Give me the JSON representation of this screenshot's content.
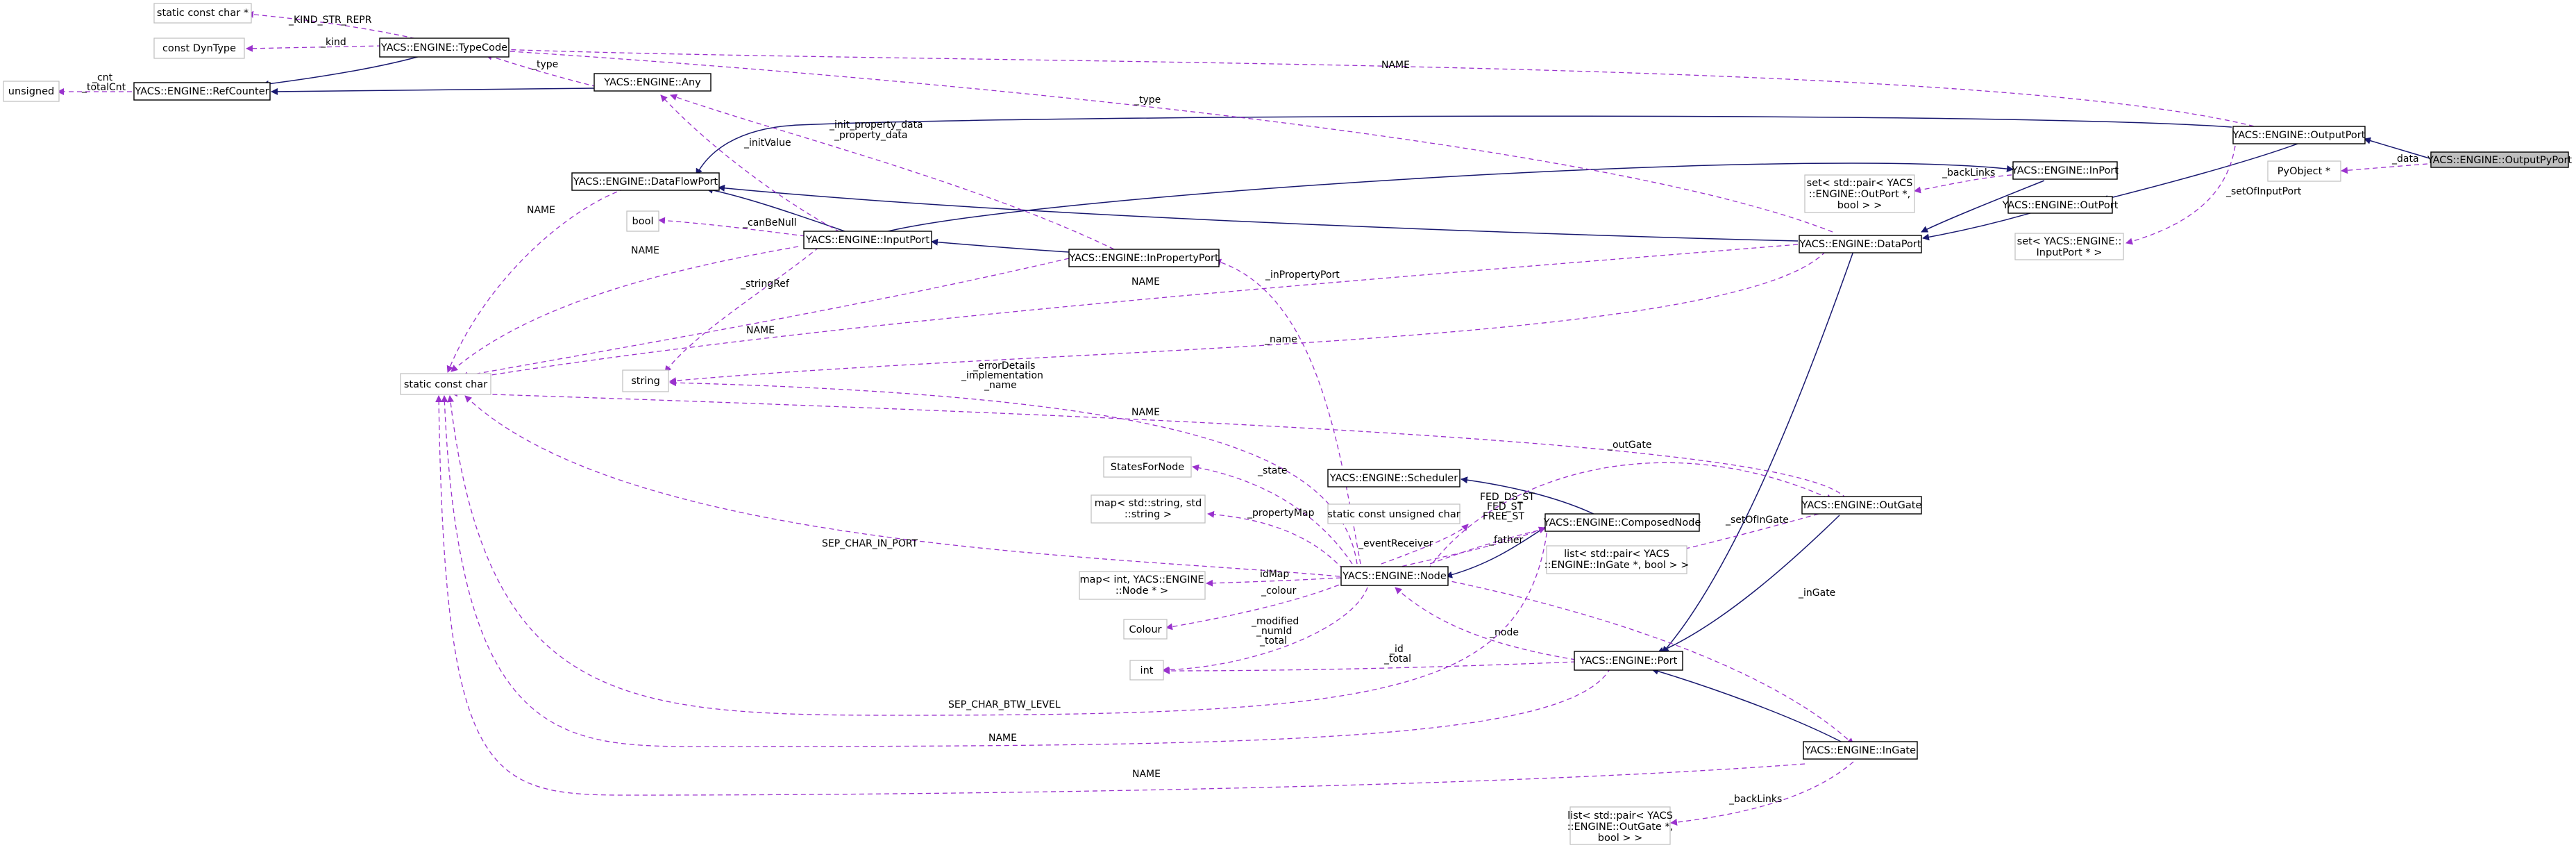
{
  "nodes": {
    "output_py_port": "YACS::ENGINE::OutputPyPort",
    "output_port": "YACS::ENGINE::OutputPort",
    "py_object": "PyObject *",
    "in_port": "YACS::ENGINE::InPort",
    "out_port": "YACS::ENGINE::OutPort",
    "data_port": "YACS::ENGINE::DataPort",
    "set_pair_outport": [
      "set< std::pair< YACS",
      "::ENGINE::OutPort *,",
      "bool > >"
    ],
    "set_inputport": [
      "set< YACS::ENGINE::",
      "InputPort * >"
    ],
    "type_code": "YACS::ENGINE::TypeCode",
    "static_const_char_ptr": "static const char *",
    "const_dyntype": "const DynType",
    "ref_counter": "YACS::ENGINE::RefCounter",
    "unsigned": "unsigned",
    "any": "YACS::ENGINE::Any",
    "data_flow_port": "YACS::ENGINE::DataFlowPort",
    "bool": "bool",
    "input_port": "YACS::ENGINE::InputPort",
    "in_property_port": "YACS::ENGINE::InPropertyPort",
    "static_const_char": "static const char",
    "string": "string",
    "states_for_node": "StatesForNode",
    "map_string": [
      "map< std::string, std",
      "::string >"
    ],
    "map_int_node": [
      "map< int, YACS::ENGINE",
      "::Node * >"
    ],
    "colour": "Colour",
    "int": "int",
    "scheduler": "YACS::ENGINE::Scheduler",
    "static_const_uchar": "static const unsigned char",
    "composed_node": "YACS::ENGINE::ComposedNode",
    "node": "YACS::ENGINE::Node",
    "out_gate": "YACS::ENGINE::OutGate",
    "list_pair_ingate": [
      "list< std::pair< YACS",
      "::ENGINE::InGate *, bool > >"
    ],
    "port": "YACS::ENGINE::Port",
    "in_gate": "YACS::ENGINE::InGate",
    "list_pair_outgate": [
      "list< std::pair< YACS",
      "::ENGINE::OutGate *,",
      "bool > >"
    ]
  },
  "edge_labels": {
    "data": "_data",
    "name_top": "NAME",
    "type_outport": "_type",
    "back_links_inport": "_backLinks",
    "set_of_input_port": "_setOfInputPort",
    "kind_str_repr": "_KIND_STR_REPR",
    "kind": "_kind",
    "cnt_totalcnt": [
      "_cnt",
      "_totalCnt"
    ],
    "type_any": "_type",
    "init_value": "_initValue",
    "init_property_data": [
      "_init_property_data",
      "_property_data"
    ],
    "name_dataflow": "NAME",
    "can_be_null": "_canBeNull",
    "name_inputport": "NAME",
    "string_ref": "_stringRef",
    "name_inproperty": "NAME",
    "name_dataport": "NAME",
    "name_lower": "_name",
    "in_property_port": "_inPropertyPort",
    "error_details": [
      "_errorDetails",
      "_implementation",
      "_name"
    ],
    "name_outgate": "NAME",
    "out_gate": "_outGate",
    "state": "_state",
    "fed_ds": [
      "FED_DS_ST",
      "FED_ST",
      "FREE_ST"
    ],
    "set_of_in_gate": "_setOfInGate",
    "property_map": "_propertyMap",
    "event_receiver": "_eventReceiver",
    "father": "_father",
    "sep_char_in_port": "SEP_CHAR_IN_PORT",
    "id_map": "idMap",
    "colour": "_colour",
    "modified": [
      "_modified",
      "_numId",
      "_total"
    ],
    "id_total": [
      "_id",
      "_total"
    ],
    "in_gate": "_inGate",
    "node": "_node",
    "sep_char_btw_level": "SEP_CHAR_BTW_LEVEL",
    "name_port": "NAME",
    "name_ingate": "NAME",
    "back_links_ingate": "_backLinks"
  },
  "colors": {
    "inheritance_edge": "#191970",
    "usage_edge": "#9a32cd",
    "focus_node_fill": "#bfbfbf",
    "external_node_border": "#bfbfbf"
  }
}
